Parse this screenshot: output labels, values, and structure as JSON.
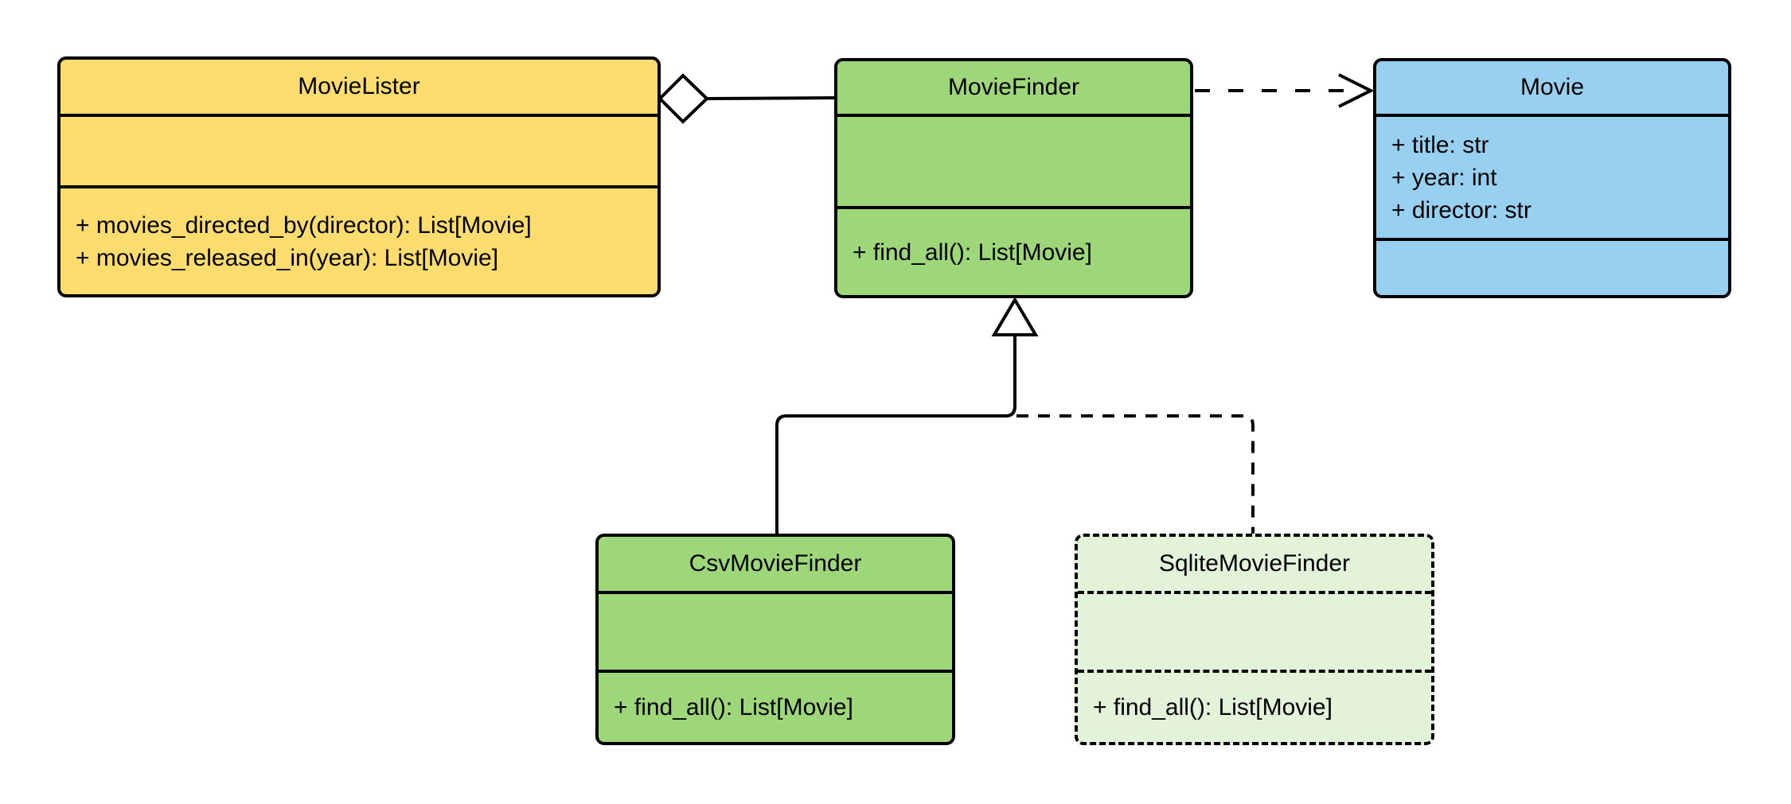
{
  "diagram": {
    "title": "",
    "background": "#FFFFFF",
    "colors": {
      "stroke": "#000000",
      "yellow": "#FFDC6E",
      "green": "#9ED77A",
      "blue": "#97D0F0",
      "pale_green": "#E3F3DA",
      "marker_fill": "#FFFFFF"
    },
    "classes": [
      {
        "name": "MovieLister",
        "fill": "#FFDC6E",
        "border_style": "solid",
        "attributes": [],
        "methods": [
          "+ movies_directed_by(director): List[Movie]",
          "+ movies_released_in(year): List[Movie]"
        ]
      },
      {
        "name": "MovieFinder",
        "fill": "#9ED77A",
        "border_style": "solid",
        "attributes": [],
        "methods": [
          "+ find_all(): List[Movie]"
        ]
      },
      {
        "name": "Movie",
        "fill": "#97D0F0",
        "border_style": "solid",
        "attributes": [
          "+ title: str",
          "+ year: int",
          "+ director: str"
        ],
        "methods": []
      },
      {
        "name": "CsvMovieFinder",
        "fill": "#9ED77A",
        "border_style": "solid",
        "attributes": [],
        "methods": [
          "+ find_all(): List[Movie]"
        ]
      },
      {
        "name": "SqliteMovieFinder",
        "fill": "#E3F3DA",
        "border_style": "dashed",
        "attributes": [],
        "methods": [
          "+ find_all(): List[Movie]"
        ]
      }
    ],
    "relationships": [
      {
        "type": "aggregation",
        "from": "MovieLister",
        "to": "MovieFinder",
        "line": "solid",
        "marker": "hollow-diamond"
      },
      {
        "type": "dependency",
        "from": "MovieFinder",
        "to": "Movie",
        "line": "dashed",
        "marker": "open-arrow"
      },
      {
        "type": "inheritance",
        "from": "CsvMovieFinder",
        "to": "MovieFinder",
        "line": "solid",
        "marker": "hollow-triangle"
      },
      {
        "type": "inheritance",
        "from": "SqliteMovieFinder",
        "to": "MovieFinder",
        "line": "dashed",
        "marker": "hollow-triangle"
      }
    ]
  }
}
